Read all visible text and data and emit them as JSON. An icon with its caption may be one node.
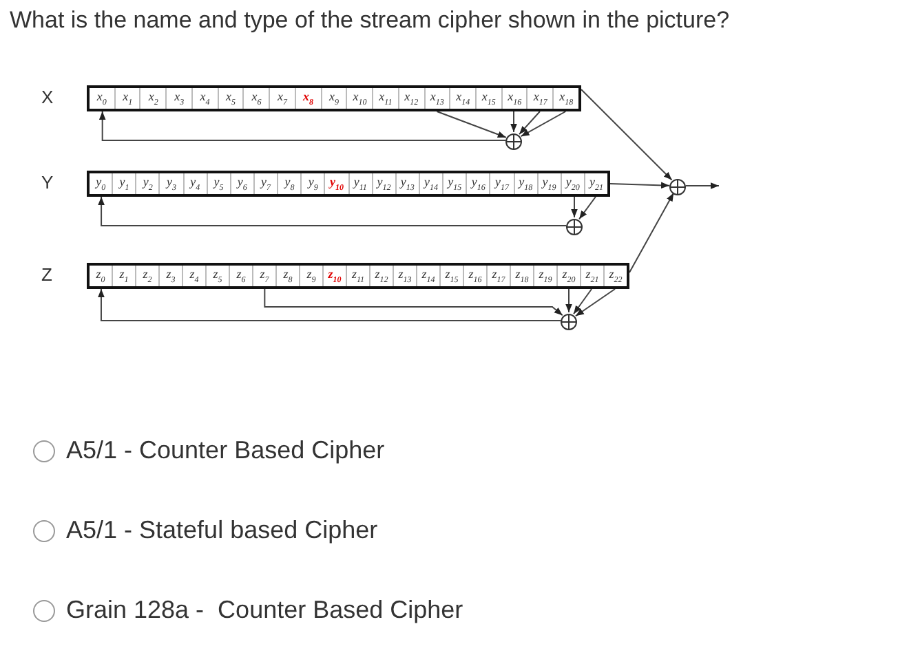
{
  "diagram": {
    "title": "What is the name and type of the stream cipher shown in the picture?",
    "nodes": [
      {
        "text": [
          "X"
        ]
      },
      {
        "text": [
          "x$_{0}$"
        ],
        "in": 0
      },
      {
        "text": [
          "x$_{1}$"
        ],
        "in": 0
      },
      {
        "text": [
          "x$_{2}$"
        ],
        "in": 0
      },
      {
        "text": [
          "x$_{3}$"
        ],
        "in": 0
      },
      {
        "text": [
          "x$_{4}$"
        ],
        "in": 0
      },
      {
        "text": [
          "x$_{5}$"
        ],
        "in": 0
      },
      {
        "text": [
          "x$_{6}$"
        ],
        "in": 0
      },
      {
        "text": [
          "x$_{7}$"
        ],
        "in": 0
      },
      {
        "text": [
          "x$_{8}$"
        ],
        "in": 0
      },
      {
        "text": [
          "x$_{9}$"
        ],
        "in": 0
      },
      {
        "text": [
          "x$_{10}$"
        ],
        "in": 0
      },
      {
        "text": [
          "x$_{11}$"
        ],
        "in": 0
      },
      {
        "text": [
          "x$_{12}$"
        ],
        "in": 0
      },
      {
        "text": [
          "x$_{13}$"
        ],
        "in": 0
      },
      {
        "text": [
          "x$_{14}$"
        ],
        "in": 0
      },
      {
        "text": [
          "x$_{15}$"
        ],
        "in": 0
      },
      {
        "text": [
          "x$_{16}$"
        ],
        "in": 0
      },
      {
        "text": [
          "x$_{17}$"
        ],
        "in": 0
      },
      {
        "text": [
          "x$_{18}$"
        ],
        "in": 0
      },
      {
        "text": [],
        "shape": "circle"
      },
      {
        "text": [
          "Y"
        ]
      },
      {
        "text": [
          "y$_{0}$"
        ],
        "in": 21
      },
      {
        "text": [
          "y$_{1}$"
        ],
        "in": 21
      },
      {
        "text": [
          "y$_{2}$"
        ],
        "in": 21
      },
      {
        "text": [
          "y$_{3}$"
        ],
        "in": 21
      },
      {
        "text": [
          "y$_{4}$"
        ],
        "in": 21
      },
      {
        "text": [
          "y$_{5}$"
        ],
        "in": 21
      },
      {
        "text": [
          "y$_{6}$"
        ],
        "in": 21
      },
      {
        "text": [
          "y$_{7}$"
        ],
        "in": 21
      },
      {
        "text": [
          "y$_{8}$"
        ],
        "in": 21
      },
      {
        "text": [
          "y$_{9}$"
        ],
        "in": 21
      },
      {
        "text": [
          "y$_{10}$"
        ],
        "in": 21
      },
      {
        "text": [
          "y$_{11}$"
        ],
        "in": 21
      },
      {
        "text": [
          "y$_{12}$"
        ],
        "in": 21
      },
      {
        "text": [
          "y$_{13}$"
        ],
        "in": 21
      },
      {
        "text": [
          "y$_{14}$"
        ],
        "in": 21
      },
      {
        "text": [
          "y$_{15}$"
        ],
        "in": 21
      },
      {
        "text": [
          "y$_{16}$"
        ],
        "in": 21
      },
      {
        "text": [
          "y$_{17}$"
        ],
        "in": 21
      },
      {
        "text": [
          "y$_{18}$"
        ],
        "in": 21
      },
      {
        "text": [
          "y$_{19}$"
        ],
        "in": 21
      },
      {
        "text": [
          "y$_{20}$"
        ],
        "in": 21
      },
      {
        "text": [
          "y$_{21}$"
        ],
        "in": 21
      },
      {
        "text": [],
        "shape": "circle"
      },
      {
        "text": [
          "Z"
        ]
      },
      {
        "text": [
          "z$_{0}$"
        ],
        "in": 45
      },
      {
        "text": [
          "z$_{1}$"
        ],
        "in": 45
      },
      {
        "text": [
          "z$_{2}$"
        ],
        "in": 45
      },
      {
        "text": [
          "z$_{3}$"
        ],
        "in": 45
      },
      {
        "text": [
          "z$_{4}$"
        ],
        "in": 45
      },
      {
        "text": [
          "z$_{5}$"
        ],
        "in": 45
      },
      {
        "text": [
          "z$_{6}$"
        ],
        "in": 45
      },
      {
        "text": [
          "z$_{7}$"
        ],
        "in": 45
      },
      {
        "text": [
          "z$_{8}$"
        ],
        "in": 45
      },
      {
        "text": [
          "z$_{9}$"
        ],
        "in": 45
      },
      {
        "text": [
          "z$_{10}$"
        ],
        "in": 45
      },
      {
        "text": [
          "z$_{11}$"
        ],
        "in": 45
      },
      {
        "text": [
          "z$_{12}$"
        ],
        "in": 45
      },
      {
        "text": [
          "z$_{13}$"
        ],
        "in": 45
      },
      {
        "text": [
          "z$_{14}$"
        ],
        "in": 45
      },
      {
        "text": [
          "z$_{15}$"
        ],
        "in": 45
      },
      {
        "text": [
          "z$_{16}$"
        ],
        "in": 45
      },
      {
        "text": [
          "z$_{17}$"
        ],
        "in": 45
      },
      {
        "text": [
          "z$_{18}$"
        ],
        "in": 45
      },
      {
        "text": [
          "z$_{19}$"
        ],
        "in": 45
      },
      {
        "text": [
          "z$_{20}$"
        ],
        "in": 45
      },
      {
        "text": [
          "z$_{21}$"
        ],
        "in": 45
      },
      {
        "text": [
          "z$_{22}$"
        ],
        "in": 45
      },
      {
        "text": [],
        "shape": "circle"
      },
      {
        "text": [],
        "shape": "circle"
      }
    ],
    "edges": [
      {
        "from": 14,
        "to": 20,
        "arrow": "to"
      },
      {
        "from": 17,
        "to": 20,
        "arrow": "to"
      },
      {
        "from": 18,
        "to": 20,
        "arrow": "to"
      },
      {
        "from": 19,
        "to": 20,
        "arrow": "to"
      },
      {
        "from": 20,
        "to": 1,
        "arrow": "to"
      },
      {
        "from": 42,
        "to": 44,
        "arrow": "to"
      },
      {
        "from": 43,
        "to": 44,
        "arrow": "to"
      },
      {
        "from": 44,
        "to": 22,
        "arrow": "to"
      },
      {
        "from": 53,
        "to": 69,
        "arrow": "to"
      },
      {
        "from": 66,
        "to": 69,
        "arrow": "to"
      },
      {
        "from": 67,
        "to": 69,
        "arrow": "to"
      },
      {
        "from": 68,
        "to": 69,
        "arrow": "to"
      },
      {
        "from": 69,
        "to": 46,
        "arrow": "to"
      },
      {
        "from": 0,
        "to": 70,
        "arrow": "to"
      },
      {
        "from": 21,
        "to": 70,
        "arrow": "to"
      },
      {
        "from": 45,
        "to": 70,
        "arrow": "to"
      },
      {
        "from": 70,
        "to": null,
        "arrow": "to"
      }
    ],
    "labels": [
      "A5/1 - Counter Based Cipher",
      "A5/1 - Stateful based Cipher",
      "Grain 128a -  Counter Based Cipher"
    ]
  }
}
